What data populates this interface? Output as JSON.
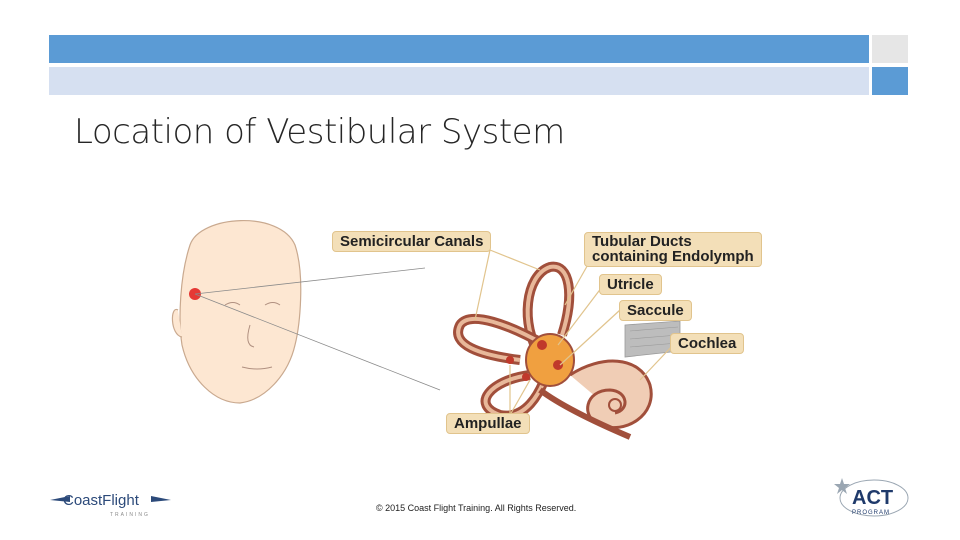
{
  "slide": {
    "title": "Location of Vestibular System",
    "footer": "© 2015 Coast Flight Training. All Rights Reserved."
  },
  "figure": {
    "labels": {
      "semicircular_canals": "Semicircular Canals",
      "tubular_ducts_line1": "Tubular Ducts",
      "tubular_ducts_line2": "containing Endolymph",
      "utricle": "Utricle",
      "saccule": "Saccule",
      "cochlea": "Cochlea",
      "ampullae": "Ampullae"
    }
  },
  "logos": {
    "left": {
      "text": "CoastFlight",
      "subtext": "TRAINING"
    },
    "right": {
      "text": "ACT",
      "subtext": "PROGRAM"
    }
  },
  "colors": {
    "accent": "#5b9bd5",
    "accent_light": "#d6e0f1",
    "label_fill": "#f3dfb8",
    "marker": "#e53935"
  }
}
